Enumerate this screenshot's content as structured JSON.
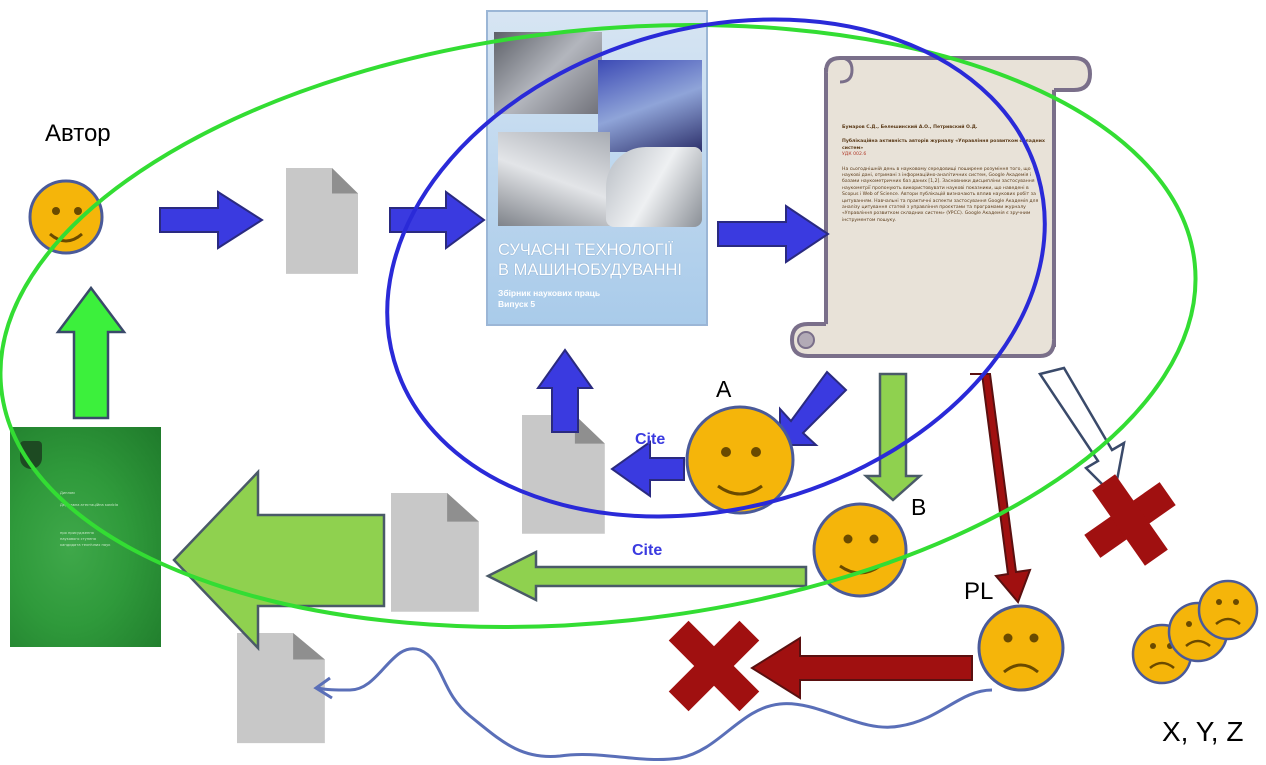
{
  "labels": {
    "author": "Автор",
    "a": "A",
    "b": "B",
    "pl": "PL",
    "xyz": "X, Y, Z",
    "cite_1": "Cite",
    "cite_2": "Cite"
  },
  "book": {
    "title_line_1": "СУЧАСНІ ТЕХНОЛОГІЇ",
    "title_line_2": "В МАШИНОБУДУВАННІ",
    "subtitle": "Збірник наукових праць",
    "issue": "Випуск 5"
  },
  "paper": {
    "authors": "Бумаров С.Д., Белешинский А.О., Петривский О.Д.",
    "title": "Публікаційна активність авторів журналу «Управління розвитком складних систем»",
    "udc": "УДК 002.6",
    "abstract": "На сьогоднішній день в науковому середовищі поширене розуміння того, що наукові дані, отримані з інформаційно-аналітичних систем, Google Академія і базами наукометричних баз даних [1,2]. Засновники дисципліни застосування наукометрії пропонують використовувати наукові показники, що наведені в Scopus і Web of Science. Автори публікацій визначають вплив наукових робіт за цитуванням. Навчальні та практичні аспекти застосування Google Академія для аналізу цитування статей з управління проєктами та програмами журналу «Управління розвитком складних систем» (УРСС). Google Академія є зручним інструментом пошуку."
  },
  "certificate": {
    "lines": [
      "Диплом",
      "Державна атестаційна комісія",
      "про присудження",
      "наукового ступеня",
      "кандидата технічних наук"
    ]
  },
  "colors": {
    "blue_arrow": "#3a3ae0",
    "green_arrow": "#8fd14f",
    "bright_green_arrow": "#3cf03c",
    "red_arrow": "#a01010",
    "face": "#f5b50a",
    "green_ellipse": "#33dd33",
    "blue_ellipse": "#2a2ad8",
    "scroll": "#e8e2d8"
  }
}
